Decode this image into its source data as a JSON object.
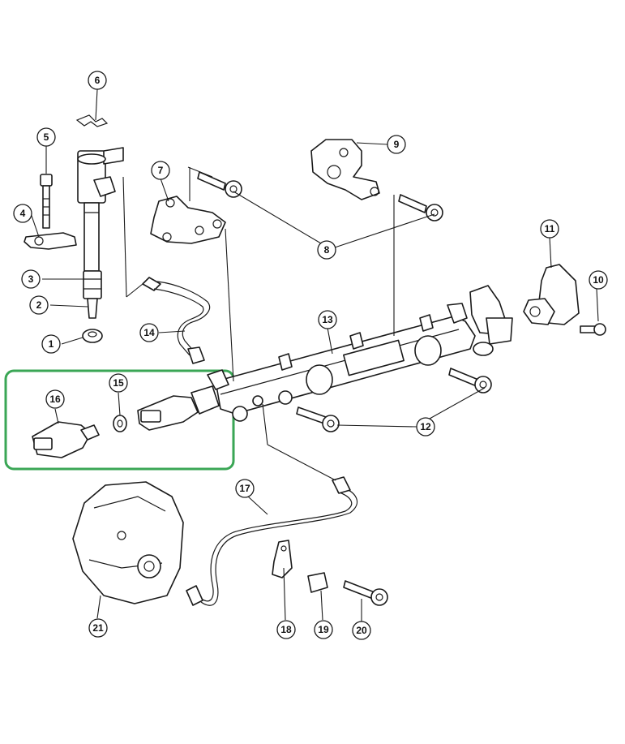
{
  "highlight": {
    "color": "#3aa655",
    "label": "highlight-box"
  },
  "callouts": [
    {
      "id": "1",
      "text": "1"
    },
    {
      "id": "2",
      "text": "2"
    },
    {
      "id": "3",
      "text": "3"
    },
    {
      "id": "4",
      "text": "4"
    },
    {
      "id": "5",
      "text": "5"
    },
    {
      "id": "6",
      "text": "6"
    },
    {
      "id": "7",
      "text": "7"
    },
    {
      "id": "8",
      "text": "8"
    },
    {
      "id": "9",
      "text": "9"
    },
    {
      "id": "10",
      "text": "10"
    },
    {
      "id": "11",
      "text": "11"
    },
    {
      "id": "12",
      "text": "12"
    },
    {
      "id": "13",
      "text": "13"
    },
    {
      "id": "14",
      "text": "14"
    },
    {
      "id": "15",
      "text": "15"
    },
    {
      "id": "16",
      "text": "16"
    },
    {
      "id": "17",
      "text": "17"
    },
    {
      "id": "18",
      "text": "18"
    },
    {
      "id": "19",
      "text": "19"
    },
    {
      "id": "20",
      "text": "20"
    },
    {
      "id": "21",
      "text": "21"
    }
  ]
}
